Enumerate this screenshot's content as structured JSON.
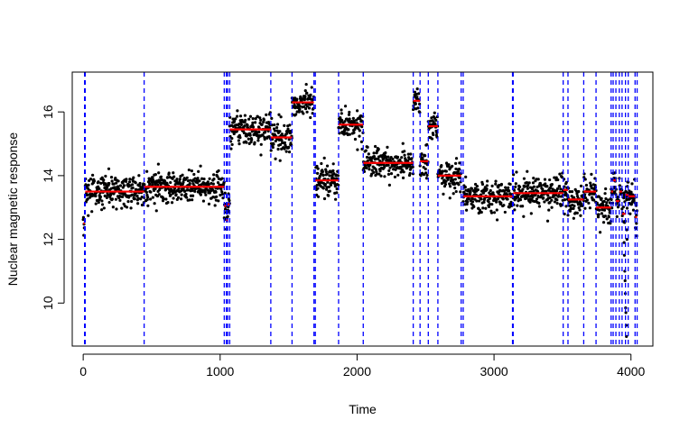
{
  "chart_data": {
    "type": "scatter",
    "title": "",
    "xlabel": "Time",
    "ylabel": "Nuclear magnetic response",
    "xlim": [
      -80,
      4160
    ],
    "ylim": [
      8.65,
      17.25
    ],
    "x_ticks": [
      0,
      1000,
      2000,
      3000,
      4000
    ],
    "y_ticks": [
      10,
      12,
      14,
      16
    ],
    "colors": {
      "points": "#000000",
      "changepoints": "#0000ff",
      "segment_means": "#ff0000"
    },
    "changepoints": [
      10,
      15,
      445,
      1030,
      1045,
      1055,
      1070,
      1370,
      1525,
      1685,
      1695,
      1865,
      2045,
      2410,
      2460,
      2520,
      2590,
      2760,
      2775,
      3135,
      3140,
      3505,
      3540,
      3655,
      3745,
      3855,
      3870,
      3890,
      3915,
      3935,
      3960,
      3980,
      4030,
      4045
    ],
    "segments": [
      {
        "start": 0,
        "end": 10,
        "mean": 12.5,
        "sd": 0.2
      },
      {
        "start": 15,
        "end": 445,
        "mean": 13.5,
        "sd": 0.25
      },
      {
        "start": 445,
        "end": 1030,
        "mean": 13.65,
        "sd": 0.25
      },
      {
        "start": 1030,
        "end": 1045,
        "mean": 13.05,
        "sd": 0.25
      },
      {
        "start": 1045,
        "end": 1055,
        "mean": 12.6,
        "sd": 0.2
      },
      {
        "start": 1055,
        "end": 1070,
        "mean": 13.1,
        "sd": 0.25
      },
      {
        "start": 1070,
        "end": 1370,
        "mean": 15.45,
        "sd": 0.27
      },
      {
        "start": 1370,
        "end": 1525,
        "mean": 15.2,
        "sd": 0.27
      },
      {
        "start": 1525,
        "end": 1685,
        "mean": 16.3,
        "sd": 0.22
      },
      {
        "start": 1695,
        "end": 1865,
        "mean": 13.85,
        "sd": 0.3
      },
      {
        "start": 1865,
        "end": 2045,
        "mean": 15.6,
        "sd": 0.24
      },
      {
        "start": 2045,
        "end": 2410,
        "mean": 14.4,
        "sd": 0.22
      },
      {
        "start": 2410,
        "end": 2460,
        "mean": 16.35,
        "sd": 0.2
      },
      {
        "start": 2460,
        "end": 2520,
        "mean": 14.45,
        "sd": 0.28
      },
      {
        "start": 2520,
        "end": 2590,
        "mean": 15.55,
        "sd": 0.25
      },
      {
        "start": 2590,
        "end": 2760,
        "mean": 14.0,
        "sd": 0.24
      },
      {
        "start": 2775,
        "end": 3135,
        "mean": 13.35,
        "sd": 0.25
      },
      {
        "start": 3140,
        "end": 3505,
        "mean": 13.45,
        "sd": 0.25
      },
      {
        "start": 3505,
        "end": 3540,
        "mean": 13.55,
        "sd": 0.25
      },
      {
        "start": 3540,
        "end": 3655,
        "mean": 13.25,
        "sd": 0.24
      },
      {
        "start": 3655,
        "end": 3745,
        "mean": 13.5,
        "sd": 0.25
      },
      {
        "start": 3745,
        "end": 3855,
        "mean": 13.0,
        "sd": 0.25
      },
      {
        "start": 3855,
        "end": 3870,
        "mean": 13.5,
        "sd": 0.25
      },
      {
        "start": 3870,
        "end": 3890,
        "mean": 13.85,
        "sd": 0.22
      },
      {
        "start": 3890,
        "end": 3915,
        "mean": 13.2,
        "sd": 0.22
      },
      {
        "start": 3915,
        "end": 3935,
        "mean": 13.5,
        "sd": 0.22
      },
      {
        "start": 3935,
        "end": 3960,
        "mean": 12.8,
        "sd": 0.3
      },
      {
        "start": 3960,
        "end": 3980,
        "mean": 13.4,
        "sd": 0.25
      },
      {
        "start": 3980,
        "end": 4030,
        "mean": 13.35,
        "sd": 0.25
      },
      {
        "start": 4030,
        "end": 4045,
        "mean": 12.7,
        "sd": 0.22
      }
    ],
    "outliers": [
      {
        "x": 3950,
        "y": 11.9
      },
      {
        "x": 3952,
        "y": 11.5
      },
      {
        "x": 3955,
        "y": 11.0
      },
      {
        "x": 3957,
        "y": 10.7
      },
      {
        "x": 3959,
        "y": 10.3
      },
      {
        "x": 3961,
        "y": 9.85
      },
      {
        "x": 3963,
        "y": 9.7
      },
      {
        "x": 3965,
        "y": 9.3
      },
      {
        "x": 3967,
        "y": 8.95
      },
      {
        "x": 3969,
        "y": 12.3
      },
      {
        "x": 3971,
        "y": 12.0
      },
      {
        "x": 4040,
        "y": 12.5
      }
    ],
    "grid": false,
    "legend": "none"
  }
}
